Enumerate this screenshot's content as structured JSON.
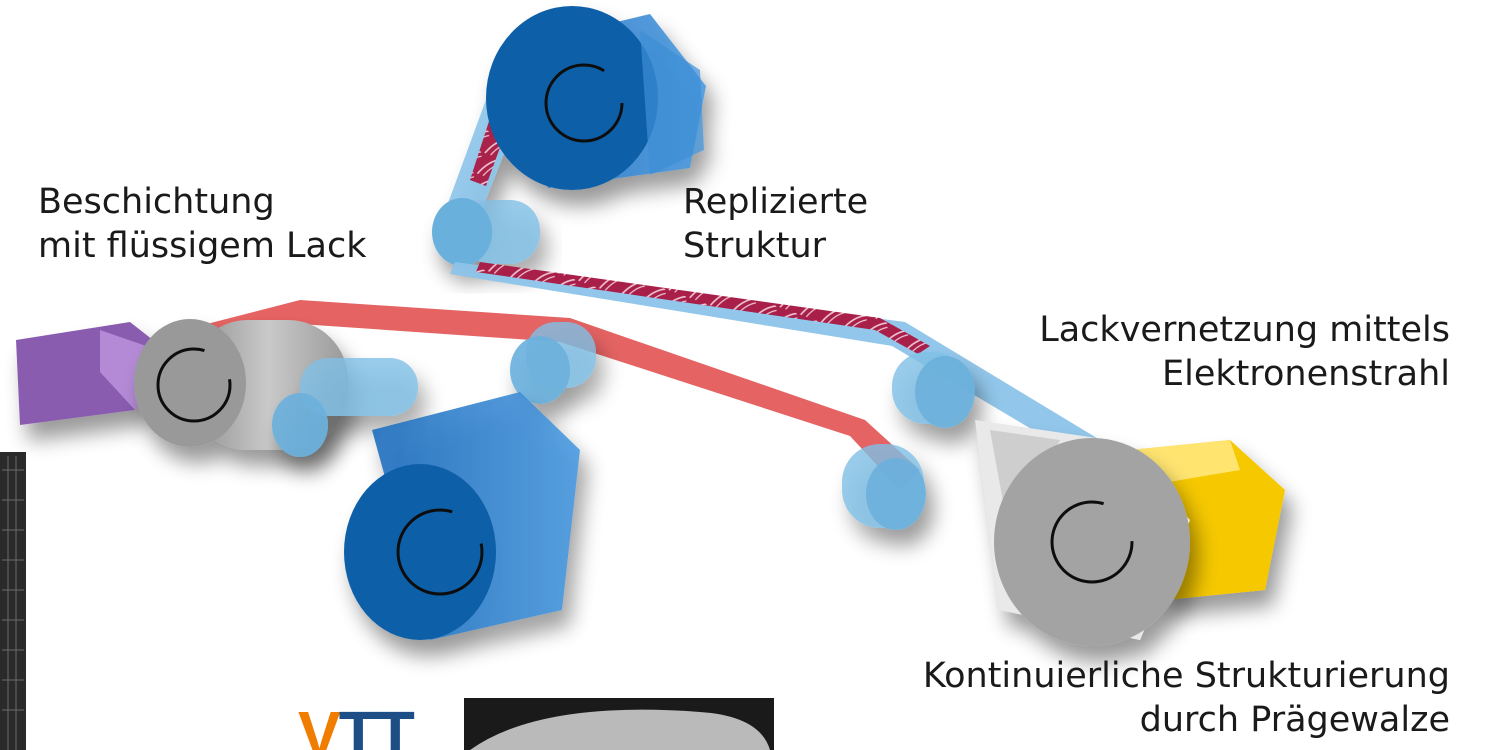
{
  "labels": {
    "coating": [
      "Beschichtung",
      "mit flüssigem Lack"
    ],
    "replicated": [
      "Replizierte",
      "Struktur"
    ],
    "curing": [
      "Lackvernetzung mittels",
      "Elektronenstrahl"
    ],
    "structuring": [
      "Kontinuierliche Strukturierung",
      "durch Prägewalze"
    ]
  },
  "logo_text": "VTT",
  "colors": {
    "roll_blue": "#0d5fa8",
    "roll_blue_side": "#3d8fd6",
    "guide_roller": "#7fbfe6",
    "film_red": "#e04848",
    "film_blue": "#8cc4ea",
    "structure": "#a8204a",
    "embossing_roller": "#a3a3a3",
    "coater": "#8a5cb0",
    "electron_beam": "#f5c800",
    "logo_orange": "#f07c00",
    "logo_blue": "#1d4f86"
  },
  "icons": [
    "rotation-arrow-icon"
  ]
}
